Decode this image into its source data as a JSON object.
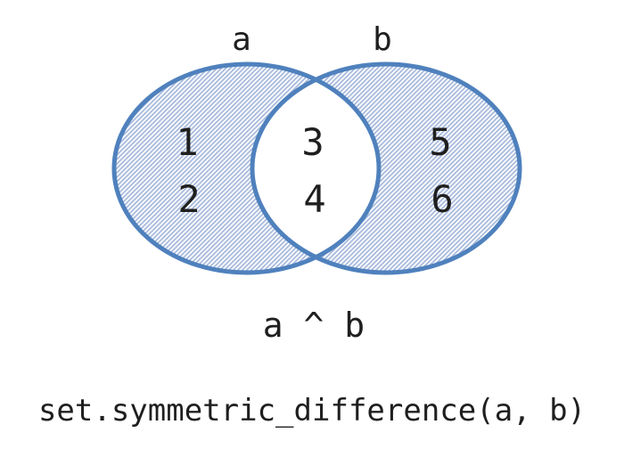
{
  "colors": {
    "circle_stroke": "#4f81bd",
    "hatch_line": "#a6b9dc",
    "text": "#1f1f1f",
    "background": "#ffffff",
    "intersection_fill": "#ffffff"
  },
  "diagram": {
    "set_a": {
      "label": "a",
      "items": [
        "1",
        "2"
      ]
    },
    "set_b": {
      "label": "b",
      "items": [
        "5",
        "6"
      ]
    },
    "intersection": {
      "items": [
        "3",
        "4"
      ]
    },
    "operation_label": "a ^ b"
  },
  "caption": {
    "code_text": "set.symmetric_difference(a, b)"
  }
}
